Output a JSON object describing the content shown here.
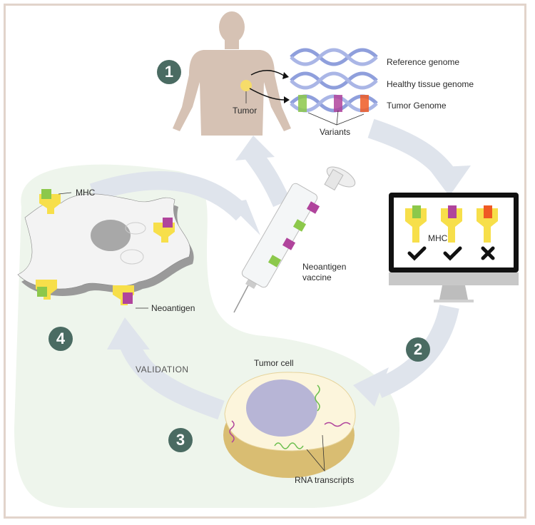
{
  "steps": [
    "1",
    "2",
    "3",
    "4"
  ],
  "labels": {
    "tumor": "Tumor",
    "reference_genome": "Reference genome",
    "healthy_genome": "Healthy tissue genome",
    "tumor_genome": "Tumor Genome",
    "variants": "Variants",
    "mhc_screen": "MHC",
    "mhc_cell": "MHC",
    "neoantigen": "Neoantigen",
    "vaccine_line1": "Neoantigen",
    "vaccine_line2": "vaccine",
    "validation": "VALIDATION",
    "tumor_cell": "Tumor cell",
    "rna_transcripts": "RNA transcripts"
  },
  "screen_results": [
    {
      "peptide": "green",
      "result": "check"
    },
    {
      "peptide": "purple",
      "result": "check"
    },
    {
      "peptide": "orange",
      "result": "cross"
    }
  ],
  "colors": {
    "badge": "#4a6b62",
    "border": "#e2d4cb",
    "arrow": "#dfe4ec",
    "region": "#eef5ec",
    "body": "#d6c2b4",
    "tumor": "#f6dc6a",
    "dna": "#8f9fdc",
    "green": "#8cc84b",
    "purple": "#b0449c",
    "orange": "#ef5a24",
    "mhc": "#f7df4a"
  }
}
